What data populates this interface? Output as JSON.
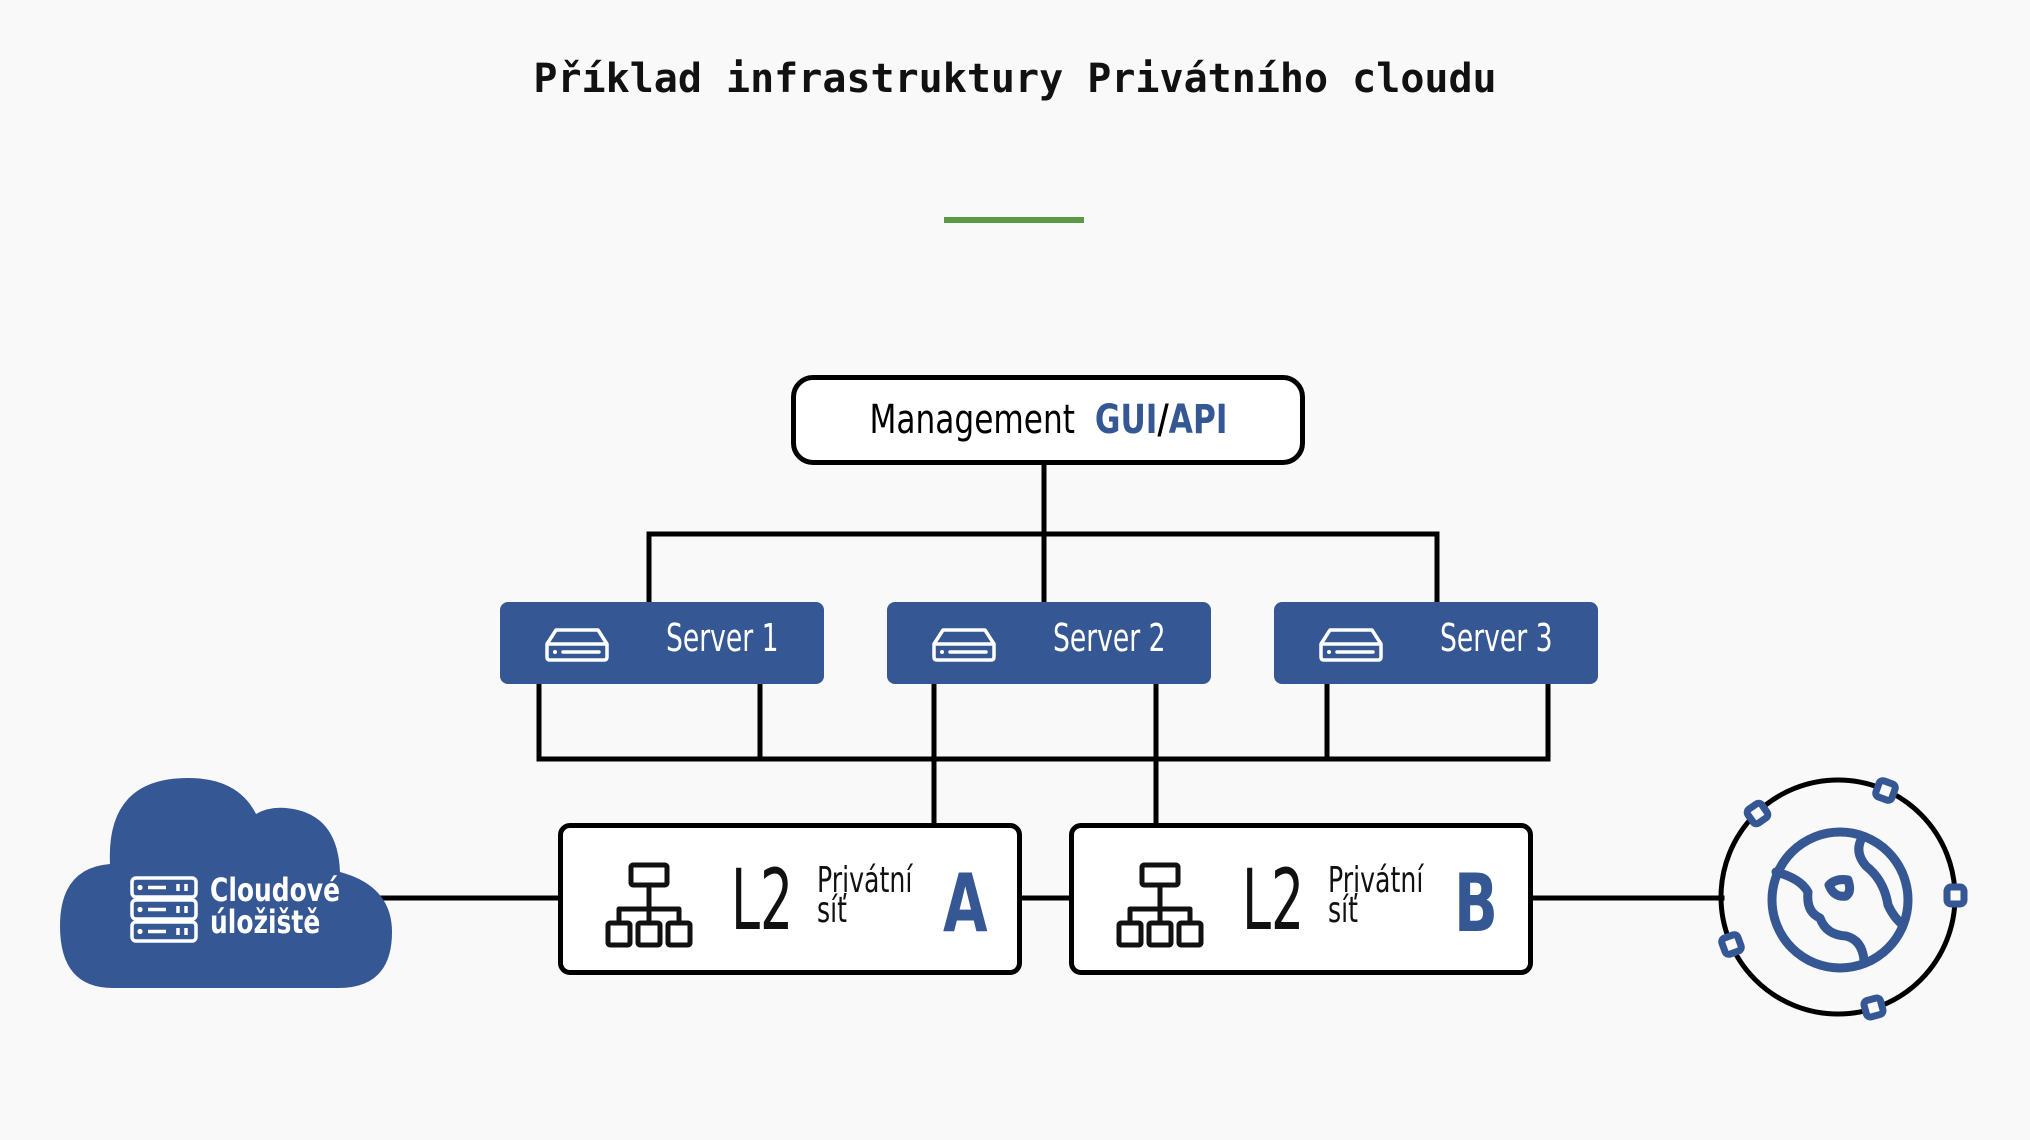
{
  "title": "Příklad infrastruktury Privátního cloudu",
  "colors": {
    "accent_blue": "#355794",
    "accent_green": "#5a9a44",
    "background": "#f9f9f9",
    "line": "#000000"
  },
  "management": {
    "label": "Management",
    "gui": "GUI",
    "separator": "/",
    "api": "API"
  },
  "servers": [
    {
      "label": "Server 1",
      "icon": "server-drive-icon"
    },
    {
      "label": "Server 2",
      "icon": "server-drive-icon"
    },
    {
      "label": "Server 3",
      "icon": "server-drive-icon"
    }
  ],
  "networks": [
    {
      "layer": "L2",
      "line1": "Privátní",
      "line2": "síť",
      "letter": "A",
      "icon": "network-hierarchy-icon"
    },
    {
      "layer": "L2",
      "line1": "Privátní",
      "line2": "síť",
      "letter": "B",
      "icon": "network-hierarchy-icon"
    }
  ],
  "storage": {
    "line1": "Cloudové",
    "line2": "úložiště",
    "icon": "server-rack-icon"
  },
  "internet": {
    "icon": "globe-network-icon"
  }
}
